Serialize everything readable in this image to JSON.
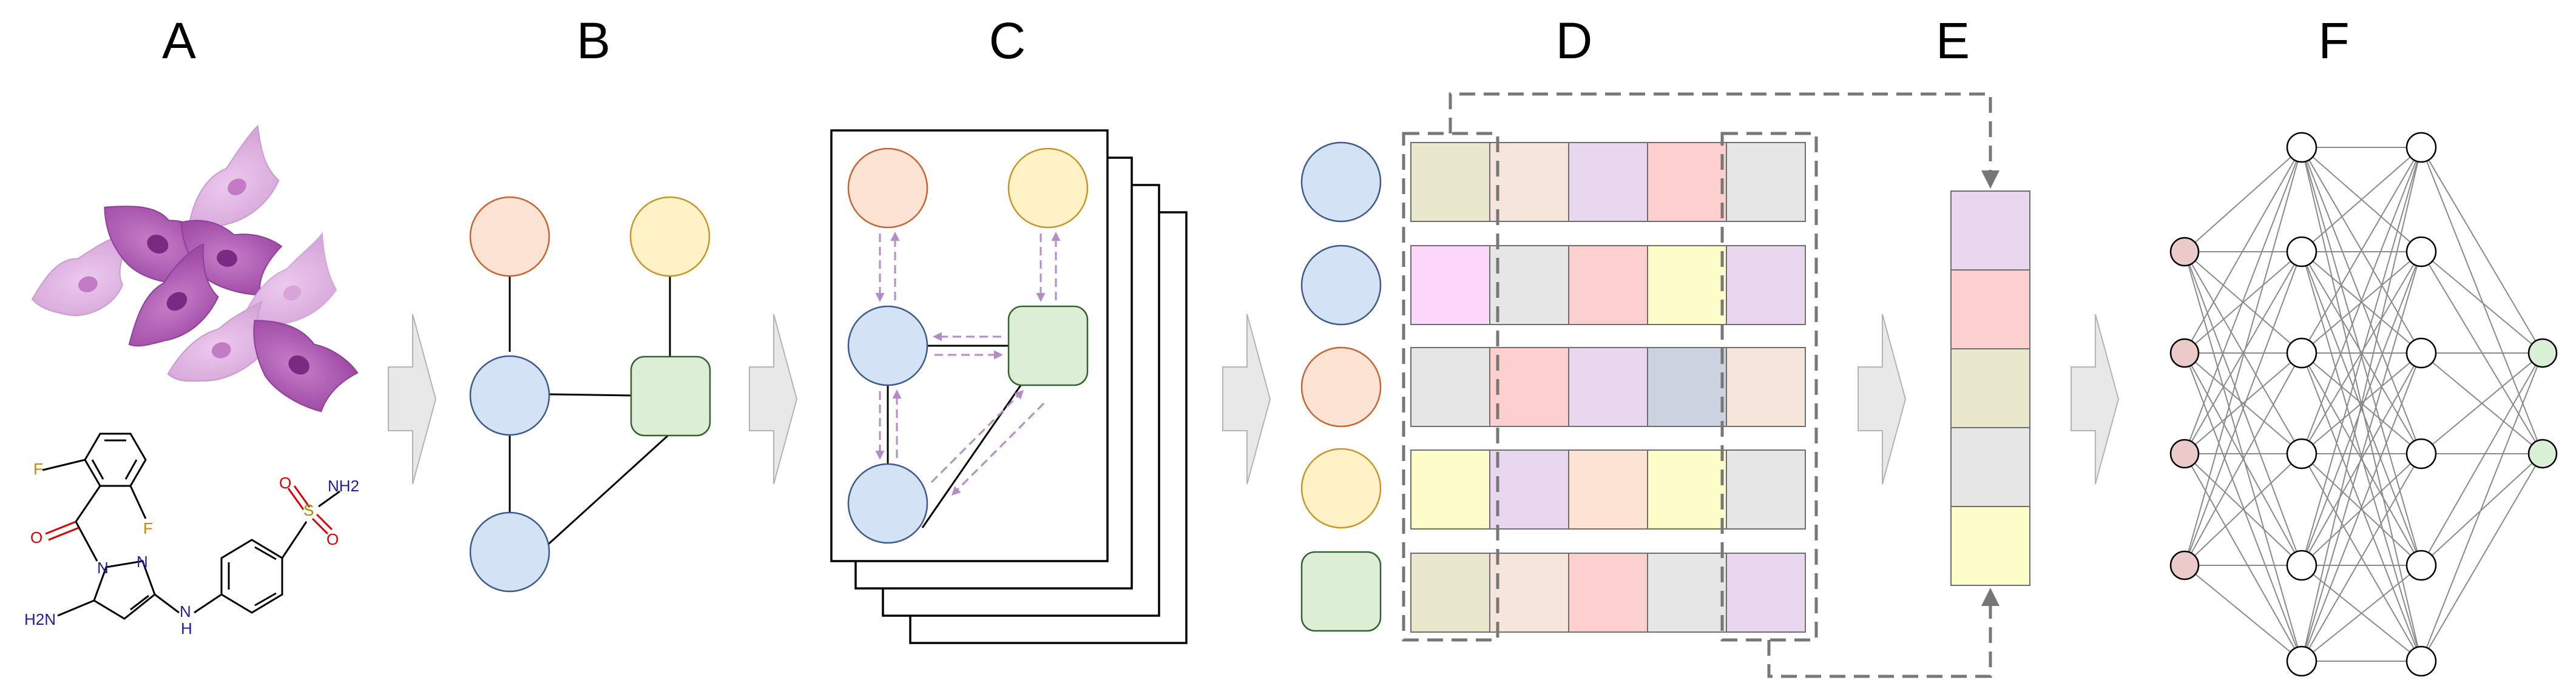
{
  "panels": [
    "A",
    "B",
    "C",
    "D",
    "E",
    "F"
  ],
  "molecule": {
    "atoms": {
      "fluorine_1": "F",
      "fluorine_2": "F",
      "oxygen_carbonyl": "O",
      "nitrogen_n1": "N",
      "nitrogen_n2": "N",
      "amine": "H2N",
      "nh_linker": "N",
      "nh_h": "H",
      "sulfur": "S",
      "sulfonyl_o1": "O",
      "sulfonyl_o2": "O",
      "sulfonamide_nh2": "NH2"
    }
  },
  "colors": {
    "node_orange": "#fde3d3",
    "node_yellow": "#fff2c6",
    "node_blue": "#d3e2f4",
    "node_green": "#dcefd6",
    "cell_olive": "#eae8cc",
    "cell_peach": "#f6e5da",
    "cell_lavender": "#e8d7ee",
    "cell_rose": "#fdcfcf",
    "cell_gray": "#e6e6e6",
    "cell_pink": "#fdd7fb",
    "cell_lightyellow": "#fdfdca",
    "cell_slate": "#ccd2e0",
    "neuron_red": "#eccaca",
    "neuron_green": "#d9efd6",
    "message_arrow": "#b58cc9",
    "cell_purple_dark": "#8e3f9b",
    "cell_purple_light": "#d6a6d9"
  },
  "icons": [
    "cell-cluster-icon",
    "molecule-structure-icon",
    "flow-arrow-icon"
  ]
}
